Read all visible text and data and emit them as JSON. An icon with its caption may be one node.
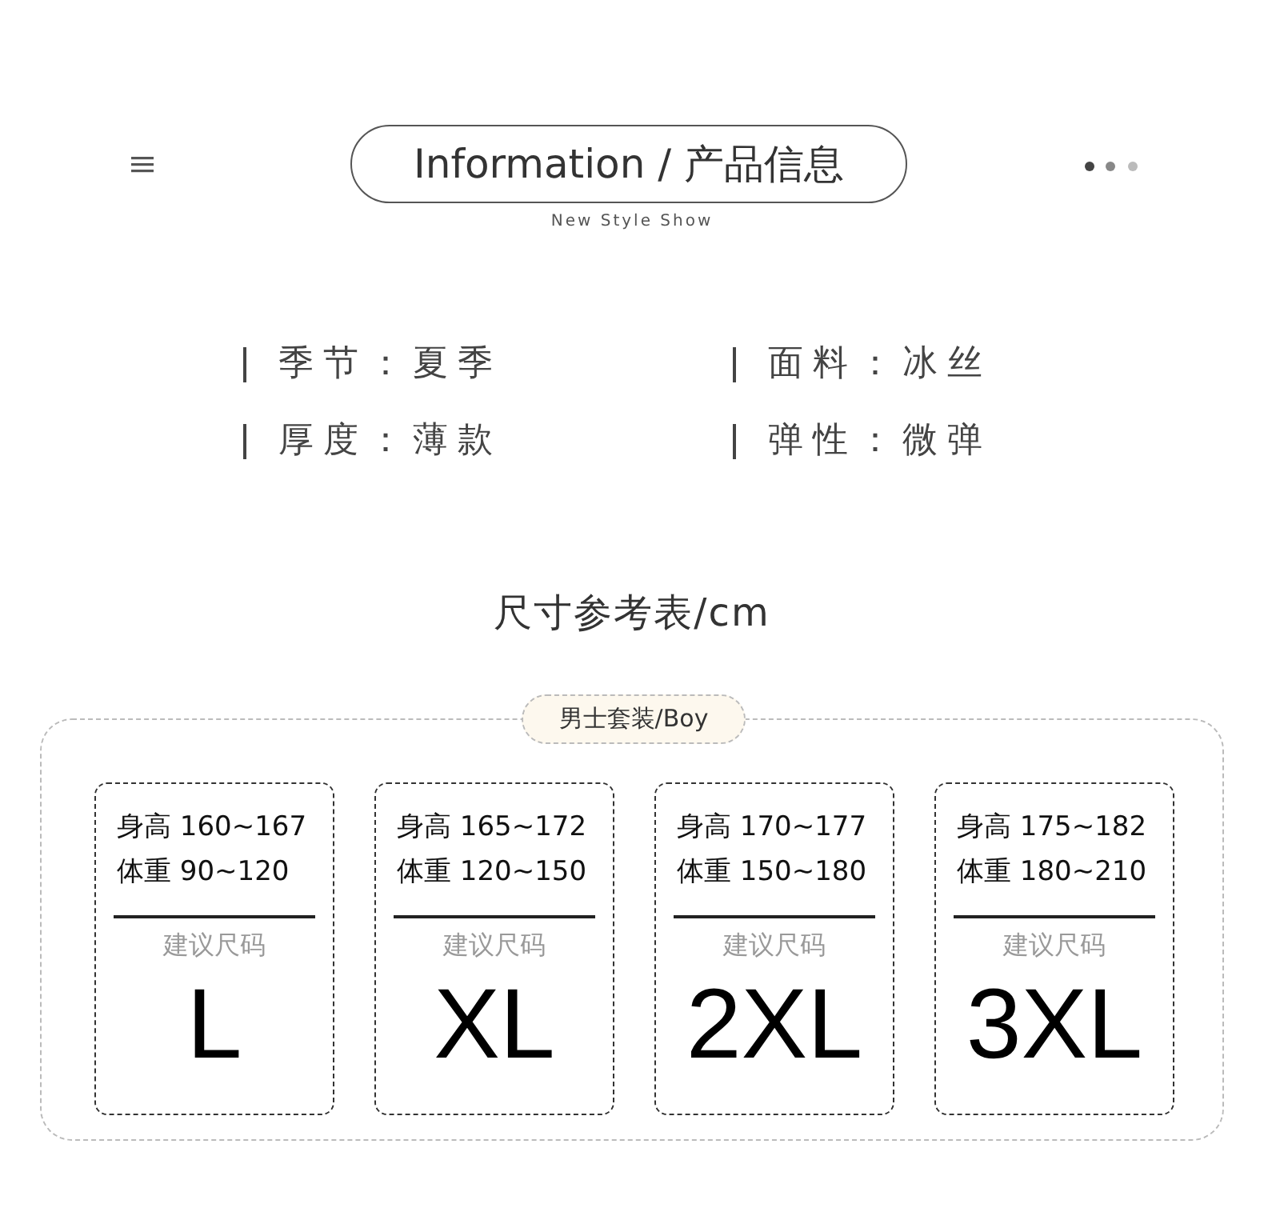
{
  "diagram": {
    "title": "Information / 产品信息",
    "nodes": [
      {
        "text": [
          "男士套装/Boy"
        ]
      },
      {
        "text": [
          "身高 160~167",
          "体重 90~120",
          "建议尺码",
          "L"
        ],
        "in": 0
      },
      {
        "text": [
          "身高 165~172",
          "体重 120~150",
          "建议尺码",
          "XL"
        ],
        "in": 0
      },
      {
        "text": [
          "身高 170~177",
          "体重 150~180",
          "建议尺码",
          "2XL"
        ],
        "in": 0
      },
      {
        "text": [
          "身高 175~182",
          "体重 180~210",
          "建议尺码",
          "3XL"
        ],
        "in": 0
      }
    ],
    "labels": [
      "New Style Show",
      "季节：夏季",
      "面料：冰丝",
      "厚度：薄款",
      "弹性：微弹",
      "尺寸参考表/cm"
    ]
  }
}
